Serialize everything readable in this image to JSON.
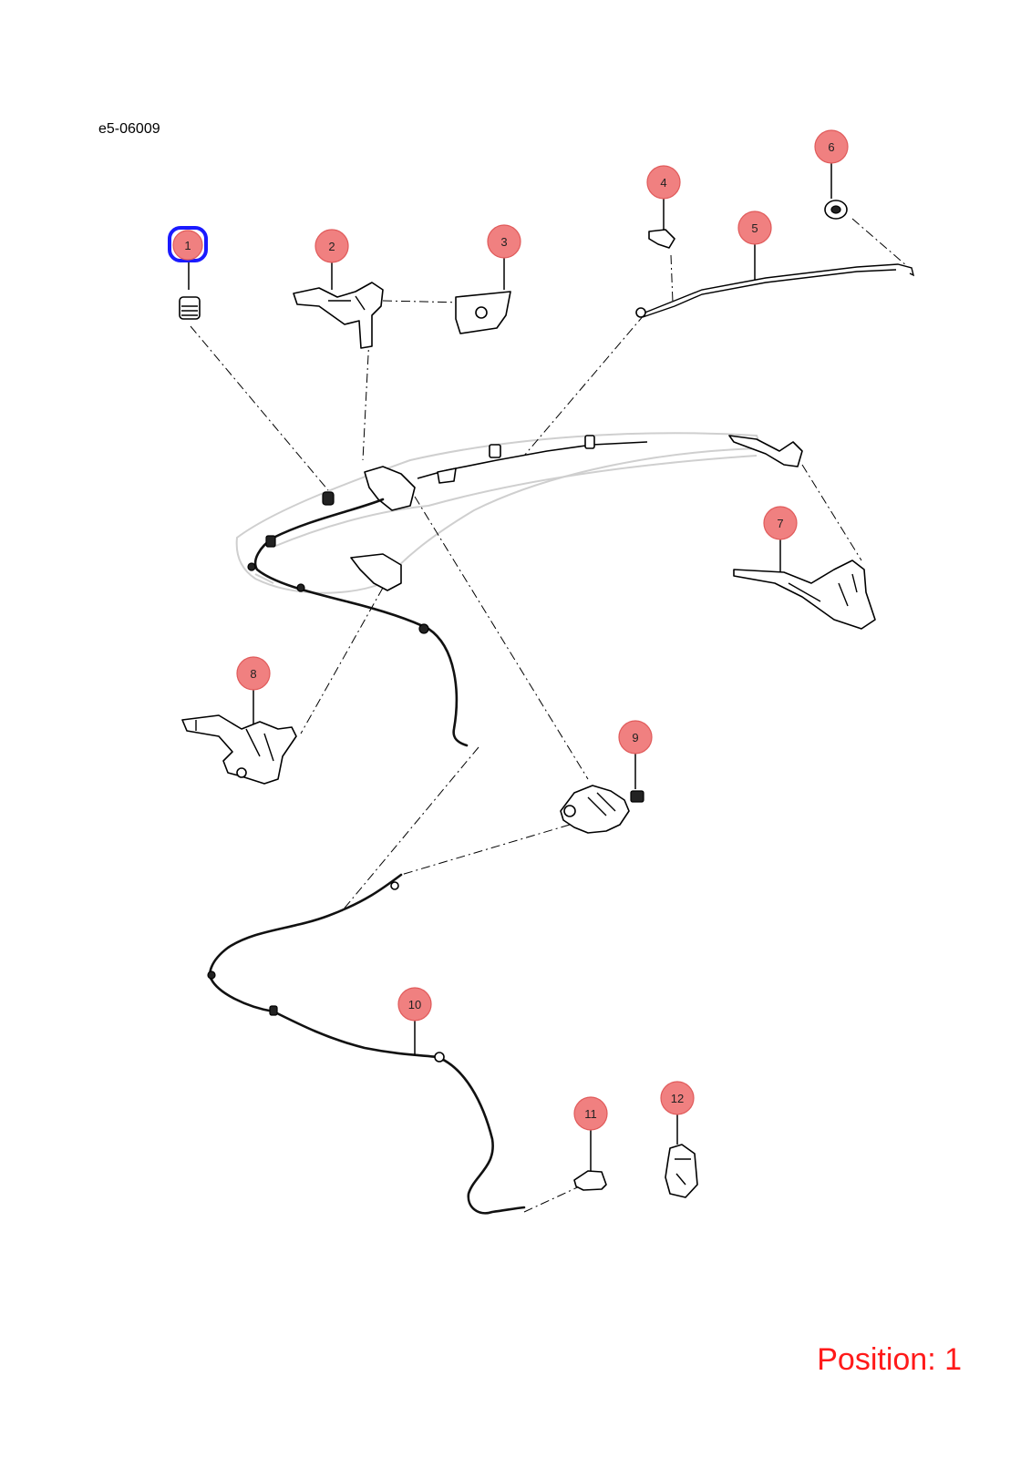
{
  "diagram_code": "e5-06009",
  "position_label": "Position: 1",
  "selected_callout": "1",
  "colors": {
    "callout_fill": "#f08080",
    "selection_outline": "#1a1aff",
    "position_text": "#ff1a1a"
  },
  "callouts": [
    "1",
    "2",
    "3",
    "4",
    "5",
    "6",
    "7",
    "8",
    "9",
    "10",
    "11",
    "12"
  ]
}
